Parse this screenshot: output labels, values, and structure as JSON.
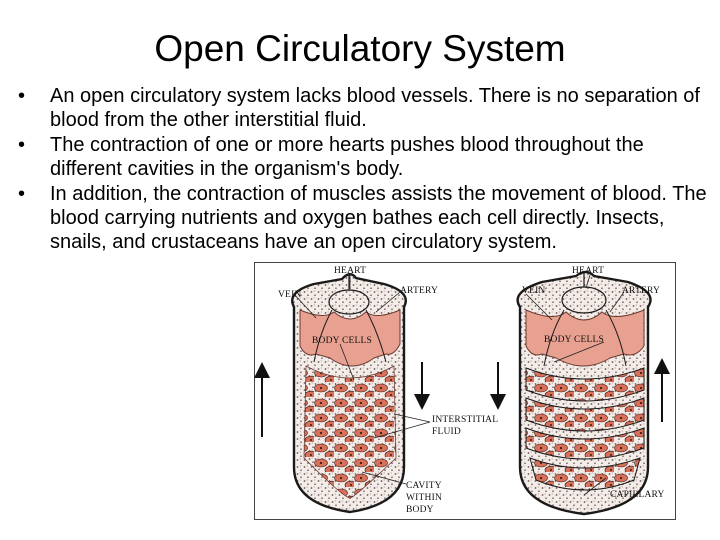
{
  "slide": {
    "title": "Open Circulatory System",
    "bullets": [
      "An open circulatory system lacks blood vessels. There is no separation of blood from the other interstitial fluid.",
      "The contraction of one or more hearts pushes blood throughout the different cavities in the organism's body.",
      "In addition, the contraction of muscles assists the movement of blood. The blood carrying nutrients and oxygen bathes each cell directly. Insects, snails, and crustaceans have an open circulatory system."
    ]
  },
  "diagram": {
    "labels": {
      "heart_left": "HEART",
      "heart_right": "HEART",
      "vein_left": "VEIN",
      "artery_left": "ARTERY",
      "vein_right": "VEIN",
      "artery_right": "ARTERY",
      "body_cells_left": "BODY CELLS",
      "body_cells_right": "BODY CELLS",
      "interstitial_1": "INTERSTITIAL",
      "interstitial_2": "FLUID",
      "cavity_1": "CAVITY",
      "cavity_2": "WITHIN",
      "cavity_3": "BODY",
      "capillary": "CAPILLARY"
    },
    "colors": {
      "tissue_pink": "#e8a090",
      "cell_red": "#d9705a",
      "speckle": "#6b5a55",
      "outline": "#1a1a1a"
    }
  }
}
